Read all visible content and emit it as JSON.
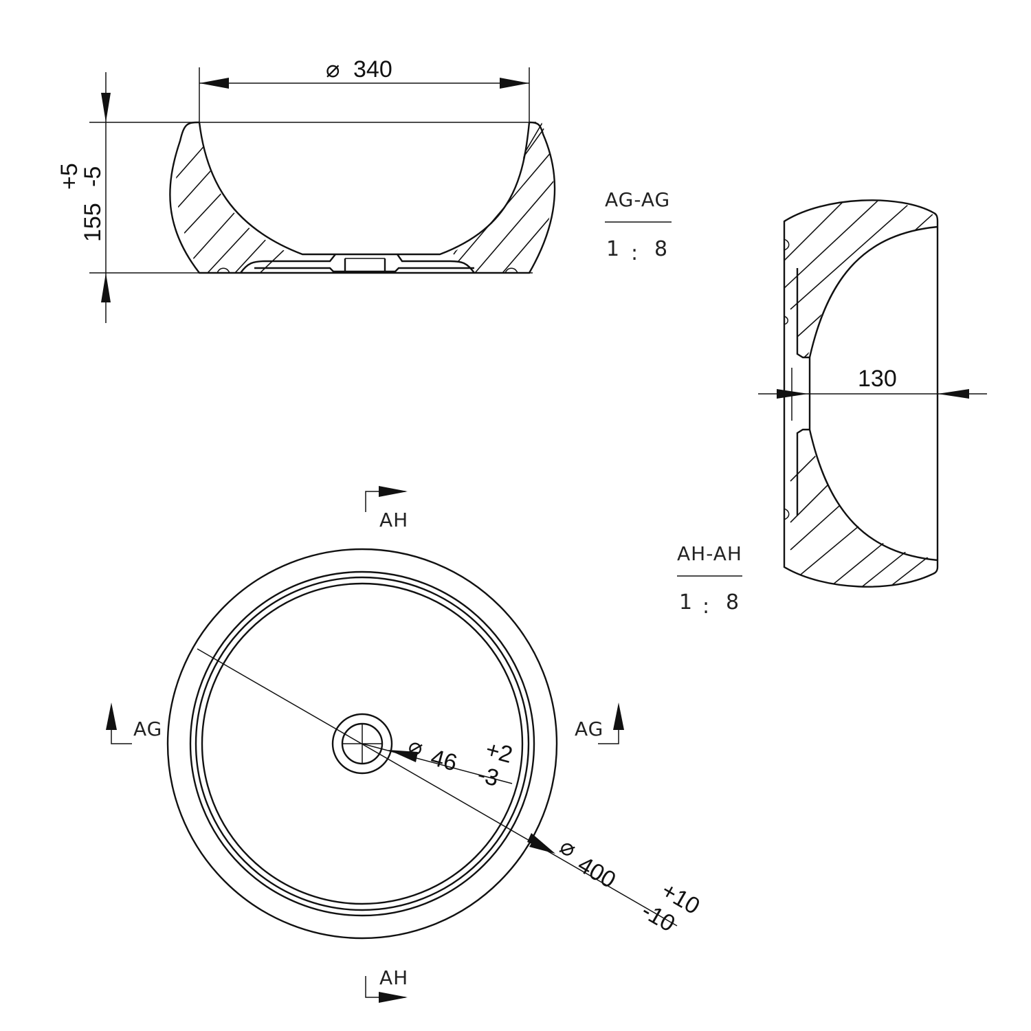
{
  "drawing": {
    "type": "technical drawing",
    "subject": "round countertop washbasin",
    "line_color": "#111111",
    "background": "#ffffff"
  },
  "section_ag": {
    "title": "AG-AG",
    "scale": "1 : 8",
    "scale_left": "1",
    "scale_colon": ":",
    "scale_right": "8",
    "dimensions": {
      "inner_diameter_symbol": "⌀",
      "inner_diameter": "340",
      "height_value": "155",
      "height_tol_upper": "+5",
      "height_tol_lower": "-5"
    }
  },
  "section_ah": {
    "title": "AH-AH",
    "scale": "1 : 8",
    "scale_left": "1",
    "scale_colon": ":",
    "scale_right": "8",
    "dimensions": {
      "depth": "130"
    }
  },
  "plan_view": {
    "section_markers": {
      "ah_top": "AH",
      "ah_bottom": "AH",
      "ag_left": "AG",
      "ag_right": "AG"
    },
    "dimensions": {
      "drain_symbol": "⌀",
      "drain_diameter": "46",
      "drain_tol_upper": "+2",
      "drain_tol_lower": "-3",
      "outer_symbol": "⌀",
      "outer_diameter": "400",
      "outer_tol_upper": "+10",
      "outer_tol_lower": "-10"
    }
  }
}
